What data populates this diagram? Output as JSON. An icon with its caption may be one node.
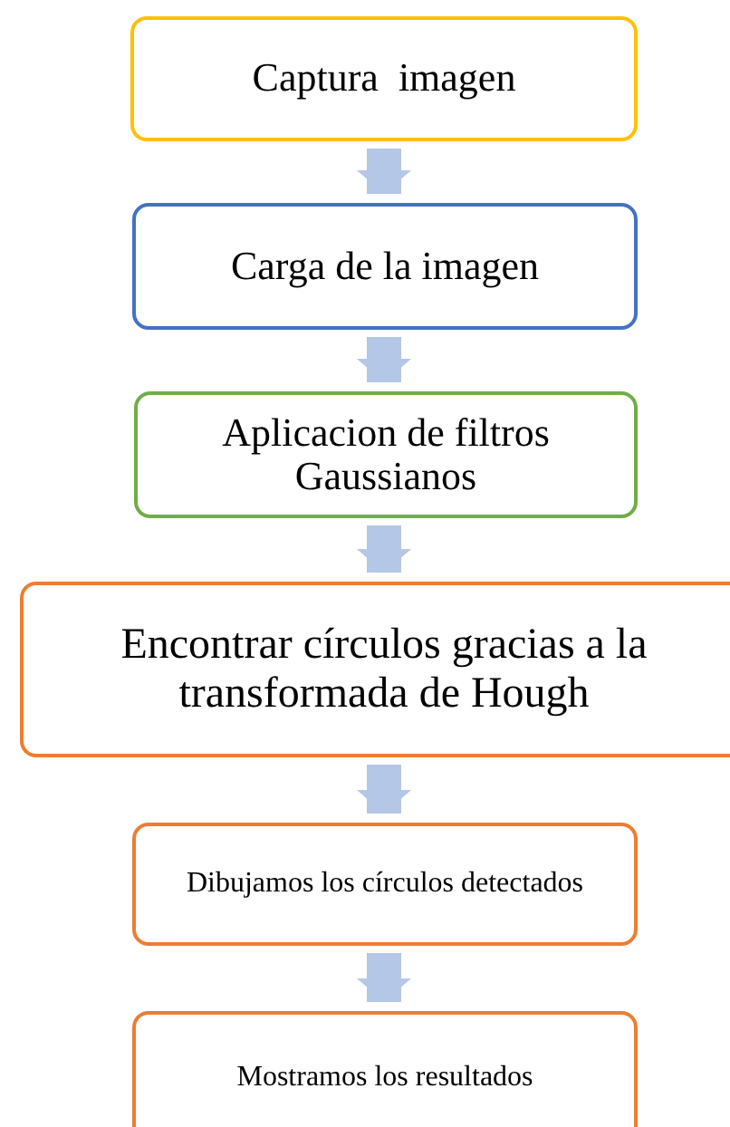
{
  "diagram": {
    "nodes": [
      {
        "text": [
          "Captura  imagen"
        ]
      },
      {
        "text": [
          "Carga de la imagen"
        ]
      },
      {
        "text": [
          "Aplicacion de filtros Gaussianos"
        ]
      },
      {
        "text": [
          "Encontrar círculos gracias a la transformada de Hough"
        ]
      },
      {
        "text": [
          "Dibujamos los círculos detectados"
        ]
      },
      {
        "text": [
          "Mostramos los resultados"
        ]
      }
    ],
    "edges": [
      {
        "from": 0,
        "to": 1,
        "arrow": "to"
      },
      {
        "from": 1,
        "to": 2,
        "arrow": "to"
      },
      {
        "from": 2,
        "to": 3,
        "arrow": "to"
      },
      {
        "from": 3,
        "to": 4,
        "arrow": "to"
      },
      {
        "from": 4,
        "to": 5,
        "arrow": "to"
      }
    ]
  }
}
